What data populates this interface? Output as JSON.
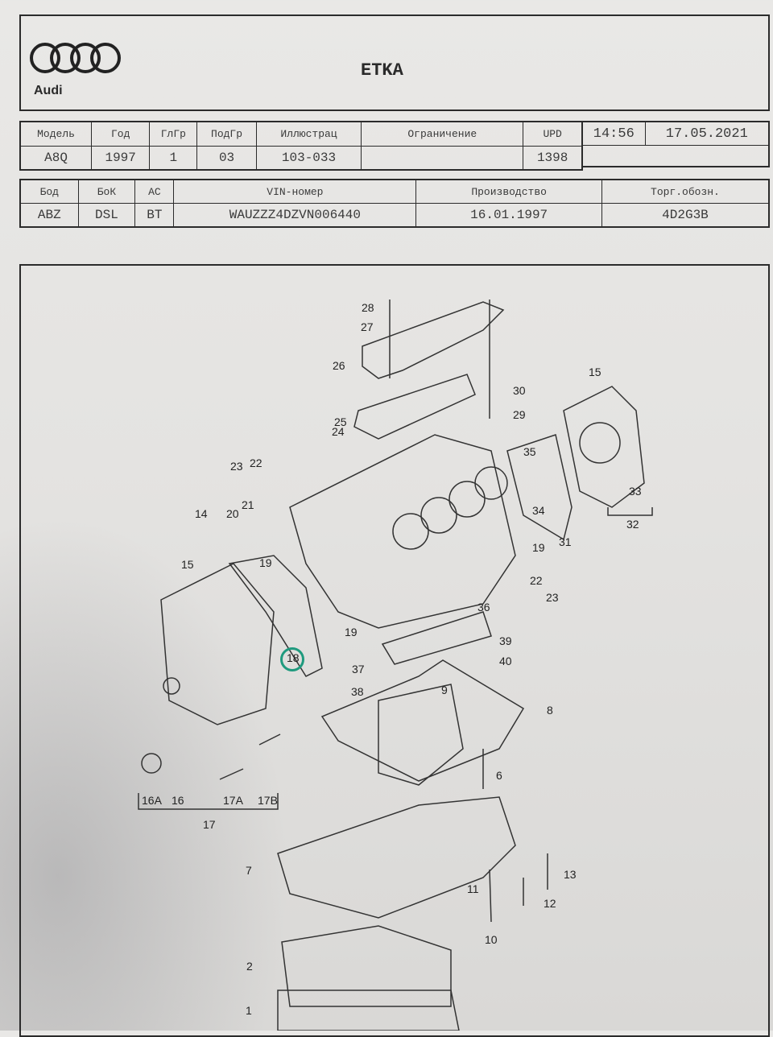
{
  "header": {
    "brand": "Audi",
    "title": "ETKA"
  },
  "info1": {
    "labels": [
      "Модель",
      "Год",
      "ГлГр",
      "ПодГр",
      "Иллюстрац",
      "Ограничение",
      "UPD"
    ],
    "values": [
      "A8Q",
      "1997",
      "1",
      "03",
      "103-033",
      "",
      "1398"
    ],
    "time": "14:56",
    "date": "17.05.2021"
  },
  "info2": {
    "labels": [
      "Бод",
      "БоК",
      "AC",
      "VIN-номер",
      "Производство",
      "Торг.обозн."
    ],
    "values": [
      "ABZ",
      "DSL",
      "BT",
      "WAUZZZ4DZVN006440",
      "16.01.1997",
      "4D2G3B"
    ]
  },
  "callouts": [
    "28",
    "27",
    "26",
    "30",
    "29",
    "15",
    "25",
    "24",
    "35",
    "23",
    "22",
    "33",
    "34",
    "14",
    "21",
    "20",
    "32",
    "31",
    "19",
    "15",
    "19",
    "22",
    "23",
    "36",
    "19",
    "39",
    "18",
    "37",
    "40",
    "38",
    "9",
    "8",
    "6",
    "16A",
    "16",
    "17A",
    "17B",
    "17",
    "7",
    "13",
    "11",
    "12",
    "10",
    "2",
    "1"
  ],
  "highlight_color": "#1f9a7e"
}
